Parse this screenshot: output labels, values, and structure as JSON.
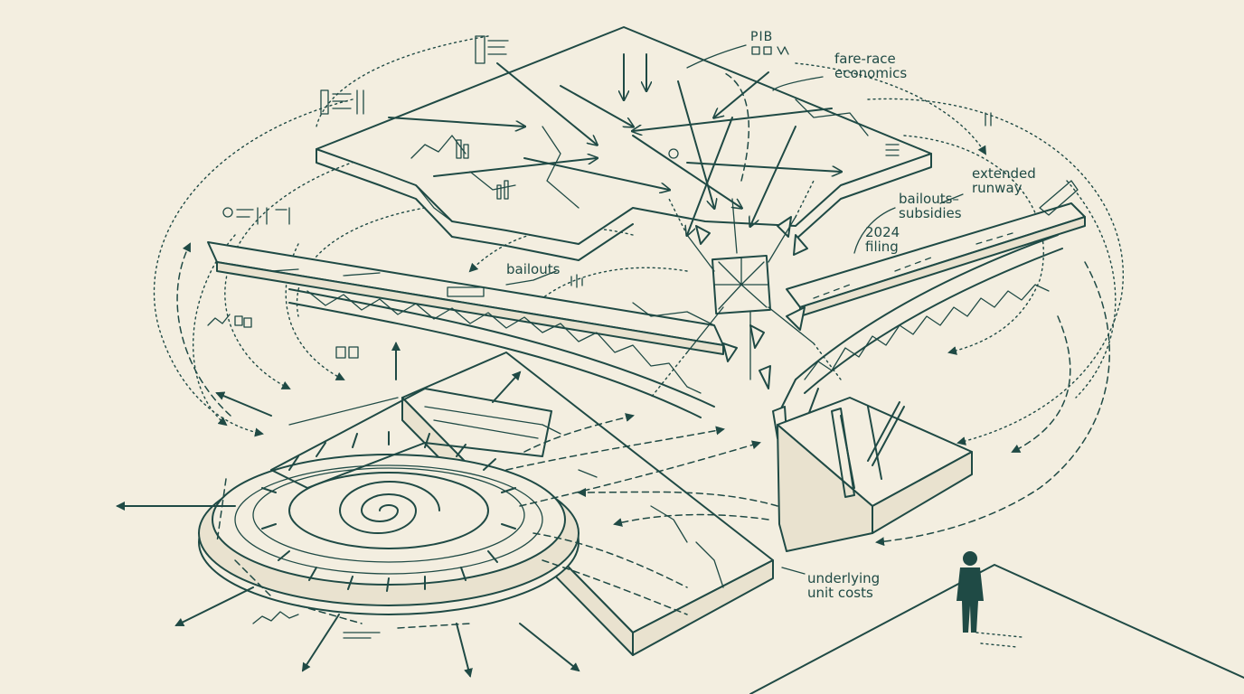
{
  "labels": {
    "fare_race": "fare-race\neconomics",
    "extended_runway": "extended\nrunway",
    "bailouts_subsidies": "bailouts–\nsubsidies",
    "filing_2024": "2024\nfiling",
    "bailouts": "bailouts",
    "underlying_costs": "underlying\nunit costs",
    "pib_glyph": "PIB"
  },
  "colors": {
    "ink": "#1f4a45",
    "paper": "#f3eee0"
  }
}
